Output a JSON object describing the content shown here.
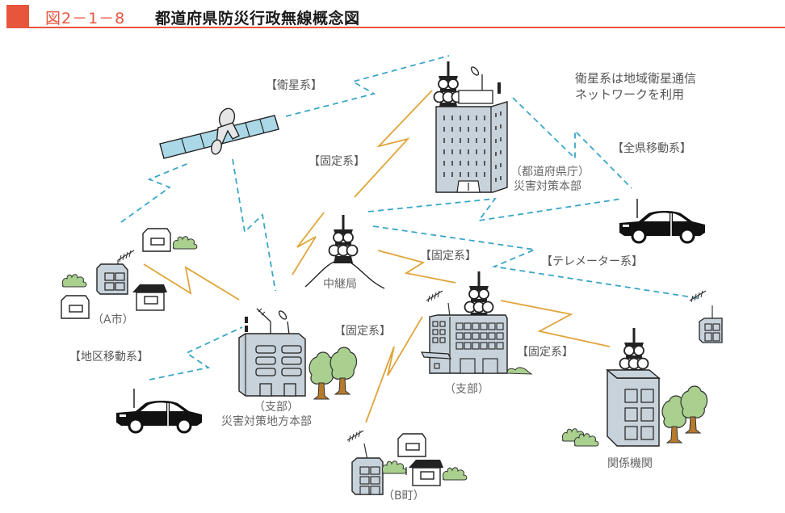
{
  "header": {
    "figure_number": "図2－1－8",
    "title": "都道府県防災行政無線概念図",
    "accent_color": "#e8553d"
  },
  "note": {
    "line1": "衛星系は地域衛星通信",
    "line2": "ネットワークを利用"
  },
  "link_labels": {
    "satellite": "【衛星系】",
    "fixed_top": "【固定系】",
    "prefecture_mobile": "【全県移動系】",
    "fixed_mid": "【固定系】",
    "telemeter": "【テレメーター系】",
    "fixed_left": "【固定系】",
    "fixed_right": "【固定系】",
    "district_mobile": "【地区移動系】"
  },
  "nodes": {
    "hq": {
      "line1": "（都道府県庁）",
      "line2": "災害対策本部"
    },
    "relay": {
      "label": "中継局"
    },
    "city_a": {
      "label": "（A市）"
    },
    "branch_left": {
      "line1": "（支部）",
      "line2": "災害対策地方本部"
    },
    "branch_right": {
      "label": "（支部）"
    },
    "town_b": {
      "label": "（B町）"
    },
    "related": {
      "label": "関係機関"
    }
  },
  "legend_colors": {
    "radio_link": "#3aa6c6",
    "fixed_link": "#e0a43a",
    "building_fill": "#c8d2da",
    "solar_panel": "#aad8e6",
    "foliage": "#a9d08e",
    "trunk": "#b57a2c"
  }
}
